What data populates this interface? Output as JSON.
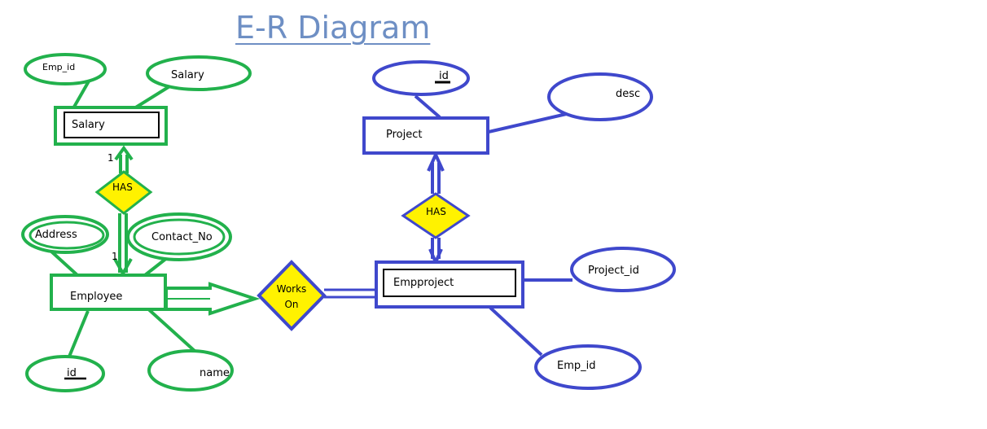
{
  "title": "E-R Diagram",
  "colors": {
    "green": "#22b14c",
    "blue": "#3f48cc",
    "diamond_fill": "#fff200",
    "title": "#6e8fc4",
    "text": "#000000"
  },
  "entities": {
    "salary": "Salary",
    "employee": "Employee",
    "project": "Project",
    "empproject": "Empproject"
  },
  "relationships": {
    "has_salary": "HAS",
    "has_project": "HAS",
    "works_on": "Works On"
  },
  "attributes": {
    "salary_emp_id": "Emp_id",
    "salary_salary": "Salary",
    "employee_address": "Address",
    "employee_contact": "Contact_No",
    "employee_id": "id",
    "employee_name": "name",
    "project_id": "id",
    "project_desc": "desc",
    "empproject_project_id": "Project_id",
    "empproject_emp_id": "Emp_id"
  },
  "cardinalities": {
    "salary_side": "1",
    "employee_side": "1"
  }
}
